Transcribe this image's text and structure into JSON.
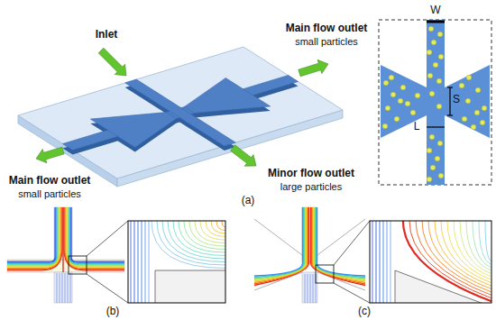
{
  "diagram": {
    "labels": [
      "Inlet",
      "Main flow outlet",
      "small particles",
      "Main flow outlet",
      "small particles",
      "Minor flow outlet",
      "large particles",
      "W",
      "S",
      "L",
      "(a)",
      "(b)",
      "(c)"
    ]
  }
}
